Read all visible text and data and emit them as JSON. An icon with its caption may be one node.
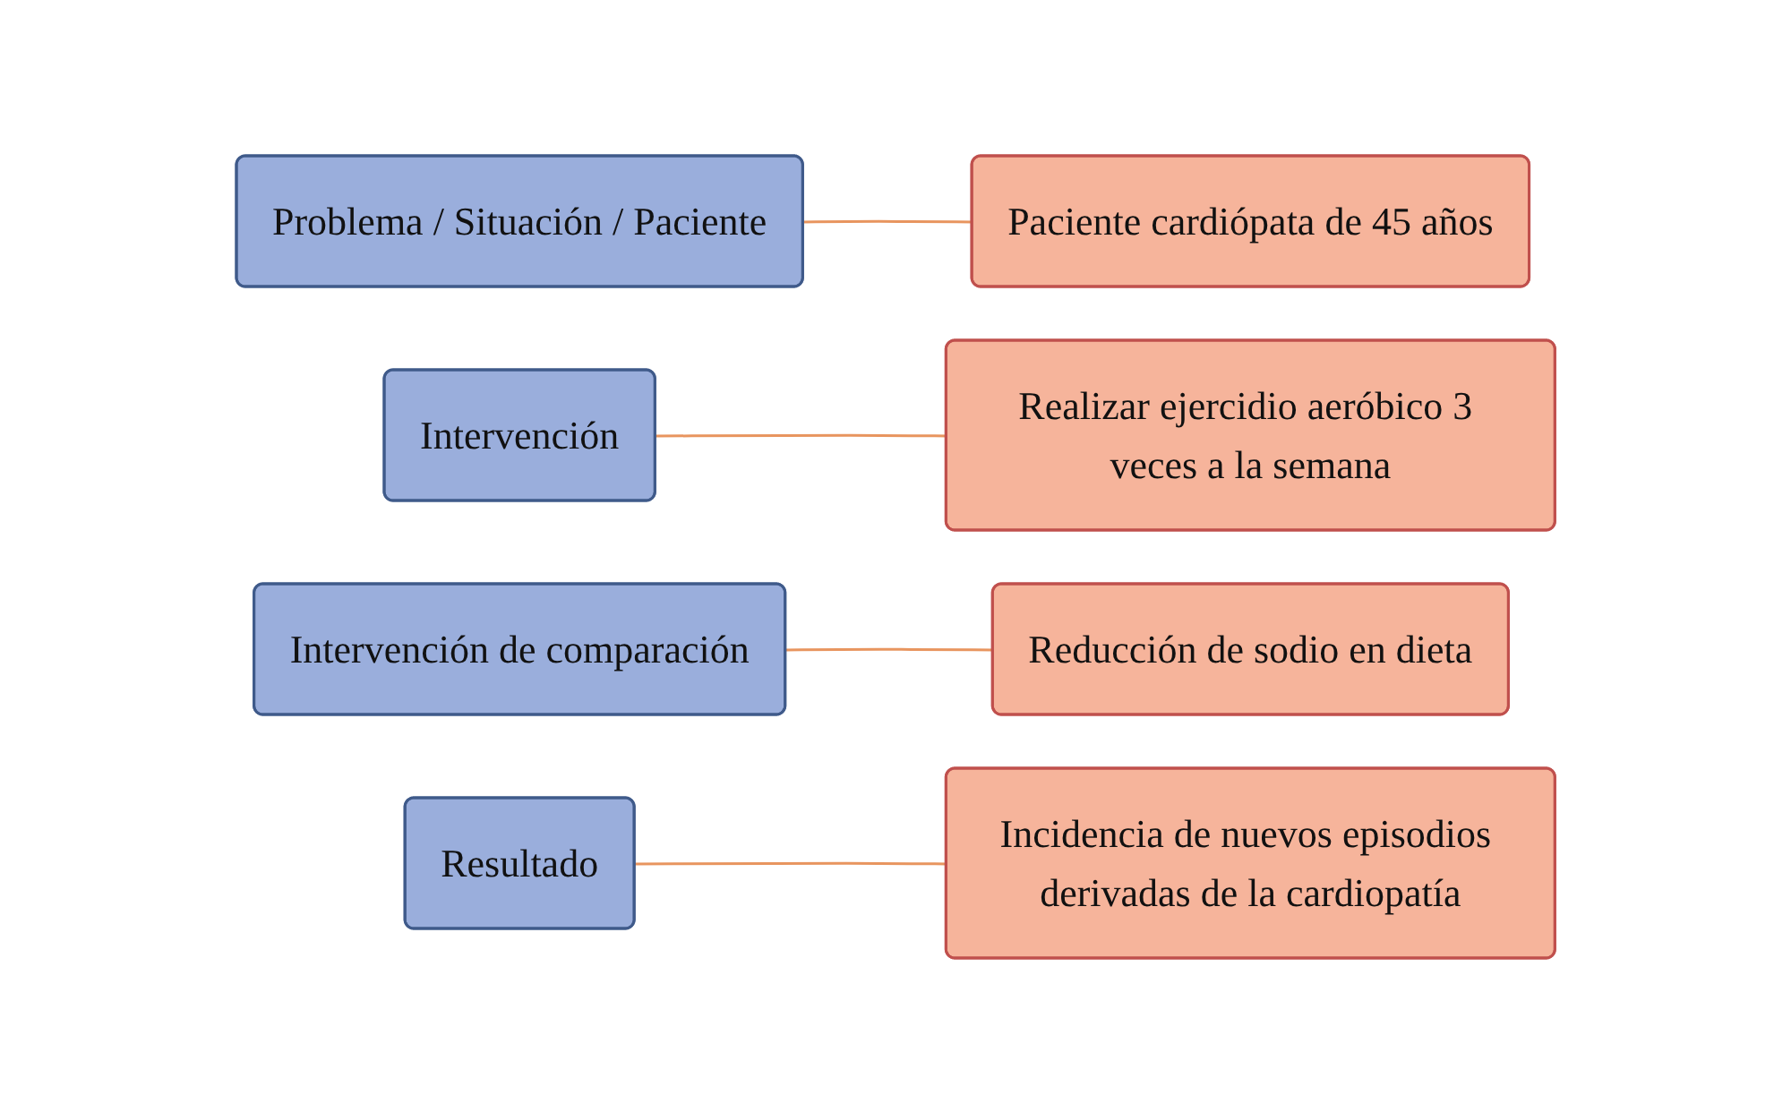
{
  "diagram": {
    "nodes": [
      {
        "text": [
          "Problema / Situación / Paciente"
        ]
      },
      {
        "text": [
          "Paciente cardiópata de 45 años"
        ]
      },
      {
        "text": [
          "Intervención"
        ]
      },
      {
        "text": [
          "Realizar ejercidio aeróbico 3 veces a la semana"
        ]
      },
      {
        "text": [
          "Intervención de comparación"
        ]
      },
      {
        "text": [
          "Reducción de sodio en dieta"
        ]
      },
      {
        "text": [
          "Resultado"
        ]
      },
      {
        "text": [
          "Incidencia de nuevos episodios derivadas de la cardiopatía"
        ]
      }
    ],
    "edges": [
      {
        "from": 0,
        "to": 1,
        "arrow": "none"
      },
      {
        "from": 2,
        "to": 3,
        "arrow": "none"
      },
      {
        "from": 4,
        "to": 5,
        "arrow": "none"
      },
      {
        "from": 6,
        "to": 7,
        "arrow": "none"
      }
    ]
  }
}
